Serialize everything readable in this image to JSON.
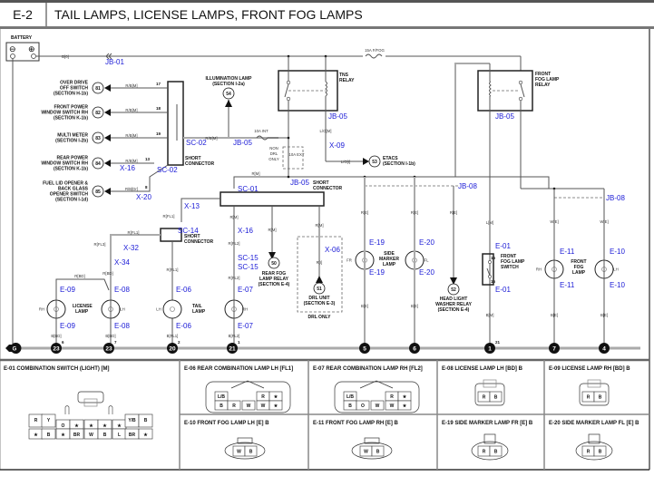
{
  "header": {
    "code": "E-2",
    "title": "TAIL LAMPS, LICENSE LAMPS, FRONT FOG LAMPS"
  },
  "battery": {
    "label": "BATTERY",
    "wire": "B[0]",
    "connector": "JB-01"
  },
  "fuses": {
    "fog": "15A F/FOG",
    "int": "10A INT",
    "ext": "10A EXT",
    "non_drl": "NON DRL ONLY"
  },
  "relays": {
    "tns": "TNS RELAY",
    "fog": "FRONT FOG LAMP RELAY"
  },
  "refs": [
    {
      "num": "81",
      "lines": [
        "OVER DRIVE",
        "OFF SWITCH",
        "(SECTION H-1b)"
      ],
      "wire": "R/B[M]",
      "pin": "17"
    },
    {
      "num": "82",
      "lines": [
        "FRONT POWER",
        "WINDOW SWITCH RH",
        "(SECTION K-1b)"
      ],
      "wire": "R/B[M]",
      "pin": "18"
    },
    {
      "num": "83",
      "lines": [
        "MULTI METER",
        "(SECTION I-2b)"
      ],
      "wire": "R/B[M]",
      "pin": "19"
    },
    {
      "num": "84",
      "lines": [
        "REAR POWER",
        "WINDOW SWITCH RH",
        "(SECTION K-1b)"
      ],
      "wire": "R/B[M]",
      "pin": "13"
    },
    {
      "num": "85",
      "lines": [
        "FUEL LID OPENER &",
        "BACK GLASS",
        "OPENER SWITCH",
        "(SECTION I-1d)"
      ],
      "wire": "R/B[Dr]",
      "pin": "8"
    }
  ],
  "illum": {
    "num": "54",
    "lines": [
      "ILLUMINATION LAMP",
      "(SECTION I-2a)"
    ],
    "wire": "R/B[M]"
  },
  "etacs": {
    "num": "53",
    "lines": [
      "ETACS",
      "(SECTION I-1b)"
    ],
    "wire": "L/O[I]"
  },
  "rear_fog": {
    "num": "50",
    "lines": [
      "REAR FOG",
      "LAMP RELAY",
      "(SECTION E-4)"
    ]
  },
  "drl": {
    "num": "51",
    "lines": [
      "DRL UNIT",
      "(SECTION E-3)"
    ],
    "note": "DRL ONLY"
  },
  "hl_washer": {
    "num": "52",
    "lines": [
      "HEAD LIGHT",
      "WASHER RELAY",
      "(SECTION E-4)"
    ]
  },
  "connectors": {
    "sc02": "SC-02",
    "jb05": "JB-05",
    "x09": "X-09",
    "sc01": "SC-01",
    "x13": "X-13",
    "x16": "X-16",
    "x20": "X-20",
    "sc14": "SC-14",
    "x32": "X-32",
    "x34": "X-34",
    "sc15": "SC-15",
    "x06": "X-06",
    "jb08": "JB-08",
    "e01": "E-01",
    "e06": "E-06",
    "e07": "E-07",
    "e08": "E-08",
    "e09": "E-09",
    "e10": "E-10",
    "e11": "E-11",
    "e19": "E-19",
    "e20": "E-20"
  },
  "labels": {
    "short_connector": [
      "SHORT",
      "CONNECTOR"
    ],
    "license_lamp": [
      "LICENSE",
      "LAMP"
    ],
    "tail_lamp": [
      "TAIL",
      "LAMP"
    ],
    "side_marker": [
      "SIDE",
      "MARKER",
      "LAMP"
    ],
    "fog_switch": [
      "FRONT",
      "FOG LAMP",
      "SWITCH"
    ],
    "fog_lamp": [
      "FRONT",
      "FOG",
      "LAMP"
    ],
    "rh": "RH",
    "lh": "LH",
    "fr": "FR",
    "fl": "FL"
  },
  "wires": {
    "rm": "R[M]",
    "rfl1": "R[FL1]",
    "rfl2": "R[FL2]",
    "rfl3": "R[FL3]",
    "rbd": "R[BD]",
    "bbd": "B[BD]",
    "bfl1": "B[FL1]",
    "bfl2": "B[FL2]",
    "re": "R[E]",
    "be": "B[E]",
    "lm": "L[M]",
    "bm": "B[M]",
    "we": "W[E]",
    "ri": "R[I]",
    "lom": "L/O[M]"
  },
  "grounds": [
    {
      "num": "G",
      "pin": ""
    },
    {
      "num": "23",
      "pin": "6"
    },
    {
      "num": "23",
      "pin": "7"
    },
    {
      "num": "20",
      "pin": "2"
    },
    {
      "num": "21",
      "pin": "1"
    },
    {
      "num": "5",
      "pin": ""
    },
    {
      "num": "6",
      "pin": ""
    },
    {
      "num": "1",
      "pin": "21"
    },
    {
      "num": "7",
      "pin": ""
    },
    {
      "num": "4",
      "pin": ""
    }
  ],
  "panels": [
    {
      "title": "E-01 COMBINATION SWITCH (LIGHT) [M]"
    },
    {
      "title": "E-06 REAR COMBINATION LAMP LH [FL1]"
    },
    {
      "title": "E-07 REAR COMBINATION LAMP RH [FL2]"
    },
    {
      "title": "E-08 LICENSE LAMP LH [BD] B"
    },
    {
      "title": "E-09 LICENSE LAMP RH [BD] B"
    },
    {
      "title": "E-10 FRONT FOG LAMP LH [E] B"
    },
    {
      "title": "E-11 FRONT FOG LAMP RH [E] B"
    },
    {
      "title": "E-19 SIDE MARKER LAMP FR [E] B"
    },
    {
      "title": "E-20 SIDE MARKER LAMP FL [E] B"
    }
  ],
  "e01_pins": {
    "row1": [
      "R",
      "Y",
      "O",
      "★",
      "★",
      "★",
      "★",
      "Y/B",
      "B"
    ],
    "row2": [
      "★",
      "B",
      "★",
      "BR",
      "W",
      "B",
      "L",
      "BR",
      "★"
    ]
  },
  "e06_pins": {
    "top": [
      "L/B",
      "R",
      "★"
    ],
    "bottom": [
      "B",
      "R",
      "W",
      "W",
      "★"
    ]
  },
  "e07_pins": {
    "top": [
      "L/B",
      "R",
      "★"
    ],
    "bottom": [
      "B",
      "O",
      "W",
      "W",
      "★"
    ]
  },
  "e08_pins": [
    "R",
    "B"
  ],
  "e09_pins": [
    "R",
    "B"
  ],
  "e10_pins": [
    "W",
    "B"
  ],
  "e11_pins": [
    "W",
    "B"
  ],
  "e19_pins": [
    "R",
    "B"
  ],
  "e20_pins": [
    "R",
    "B"
  ]
}
